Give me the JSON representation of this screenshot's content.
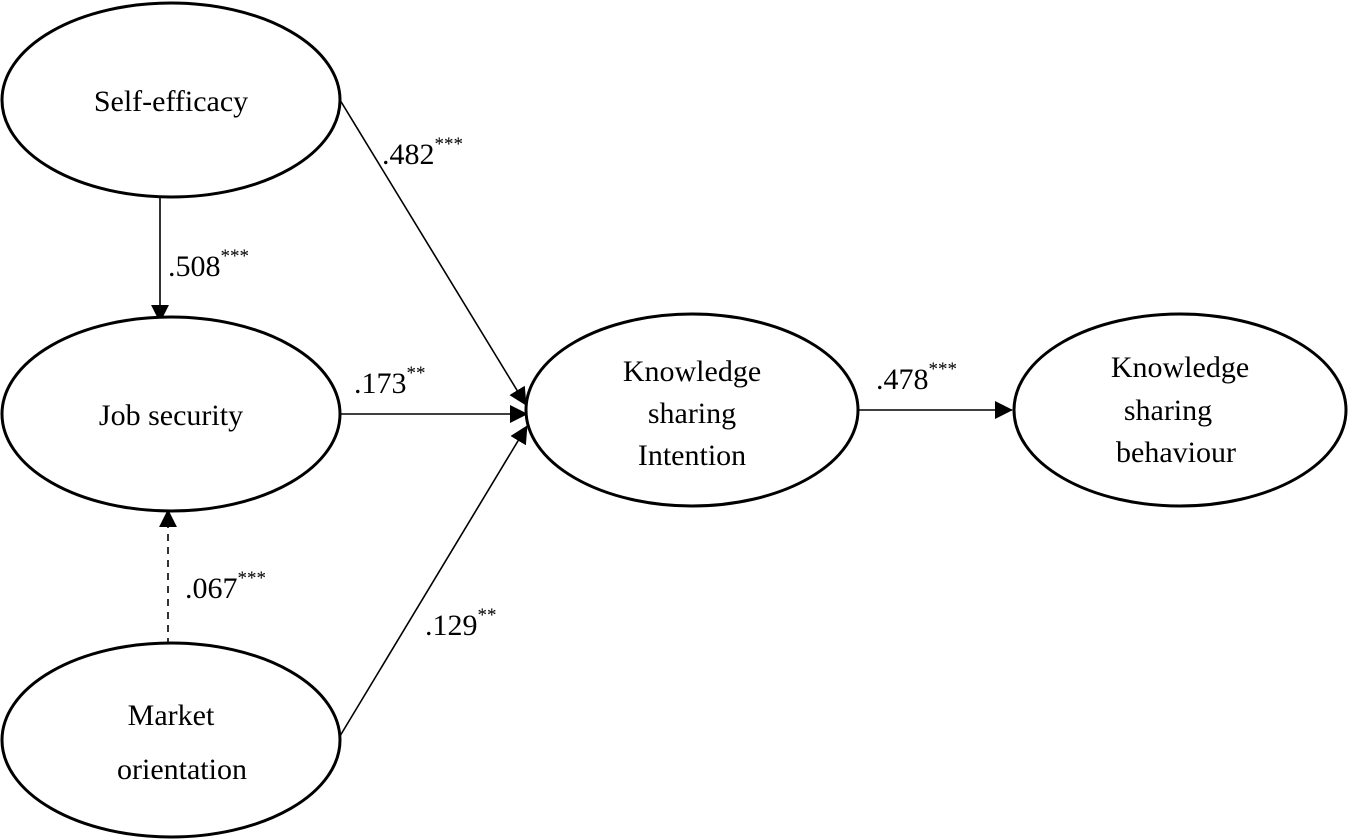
{
  "nodes": {
    "self_efficacy": {
      "lines": [
        "Self-efficacy"
      ]
    },
    "job_security": {
      "lines": [
        "Job security"
      ]
    },
    "market_orientation": {
      "lines": [
        "Market",
        "orientation"
      ]
    },
    "ks_intention": {
      "lines": [
        "Knowledge",
        "sharing",
        "Intention"
      ]
    },
    "ks_behaviour": {
      "lines": [
        "Knowledge",
        "sharing",
        "behaviour"
      ]
    }
  },
  "edges": {
    "se_to_ksi": {
      "from": "Self-efficacy",
      "to": "Knowledge sharing Intention",
      "coefficient": ".482",
      "significance": "***",
      "style": "solid"
    },
    "se_to_js": {
      "from": "Self-efficacy",
      "to": "Job security",
      "coefficient": ".508",
      "significance": "***",
      "style": "solid"
    },
    "js_to_ksi": {
      "from": "Job security",
      "to": "Knowledge sharing Intention",
      "coefficient": ".173",
      "significance": "**",
      "style": "solid"
    },
    "mo_to_js": {
      "from": "Market orientation",
      "to": "Job security",
      "coefficient": ".067",
      "significance": "***",
      "style": "dashed"
    },
    "mo_to_ksi": {
      "from": "Market orientation",
      "to": "Knowledge sharing Intention",
      "coefficient": ".129",
      "significance": "**",
      "style": "solid"
    },
    "ksi_to_ksb": {
      "from": "Knowledge sharing Intention",
      "to": "Knowledge sharing behaviour",
      "coefficient": ".478",
      "significance": "***",
      "style": "solid"
    }
  },
  "colors": {
    "stroke": "#000000",
    "background": "#ffffff"
  }
}
